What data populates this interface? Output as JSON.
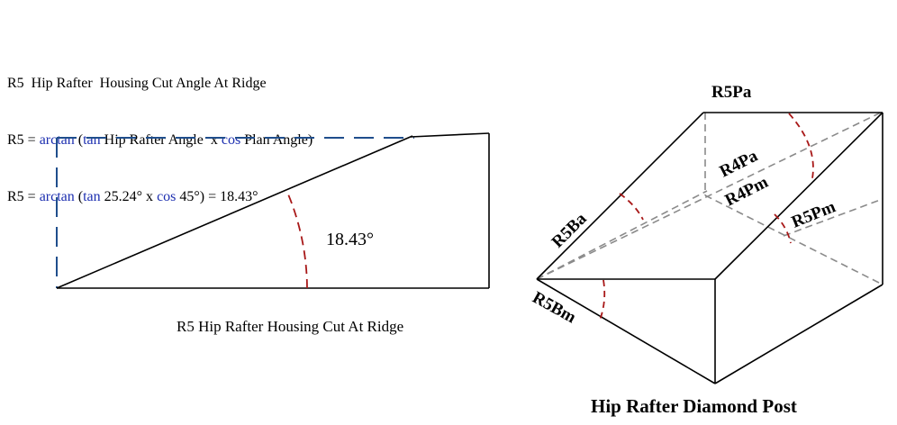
{
  "formula": {
    "line1": "R5  Hip Rafter  Housing Cut Angle At Ridge",
    "line2": {
      "prefix": "R5 = ",
      "fn1": "arctan",
      "paren_open": " (",
      "fn2": "tan",
      "middle": " Hip Rafter Angle  x ",
      "fn3": "cos",
      "suffix": " Plan Angle)"
    },
    "line3": {
      "prefix": "R5 = ",
      "fn1": "arctan",
      "paren_open": " (",
      "fn2": "tan",
      "middle": " 25.24° x ",
      "fn3": "cos",
      "suffix": " 45°) = 18.43°"
    }
  },
  "left_diagram": {
    "angle_label": "18.43°",
    "caption": "R5 Hip Rafter Housing Cut At Ridge"
  },
  "right_diagram": {
    "labels": {
      "r5pa": "R5Pa",
      "r4pa": "R4Pa",
      "r4pm": "R4Pm",
      "r5ba": "R5Ba",
      "r5pm": "R5Pm",
      "r5bm": "R5Bm"
    },
    "caption": "Hip Rafter Diamond Post"
  },
  "colors": {
    "dash_blue": "#1f4e8c",
    "arc_red": "#a81818",
    "dash_gray": "#8a8a8a",
    "formula_blue": "#1d2fb0"
  }
}
